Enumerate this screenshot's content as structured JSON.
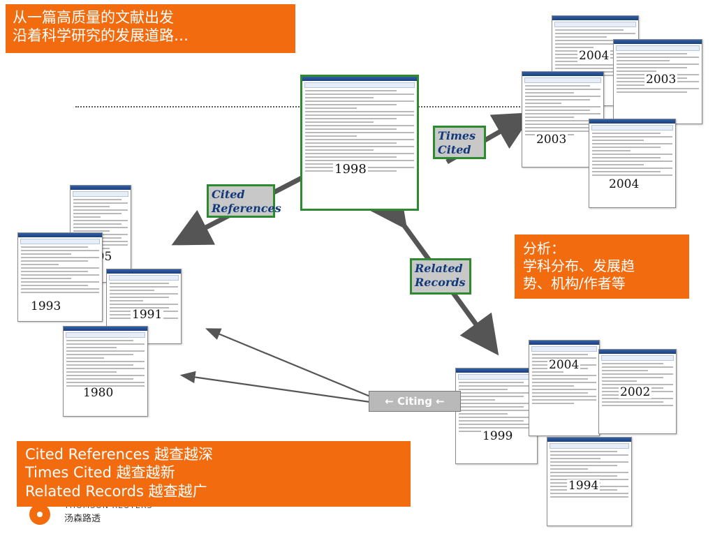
{
  "title_banner": {
    "line1": "从一篇高质量的文献出发",
    "line2": "沿着科学研究的发展道路…"
  },
  "analysis_banner": {
    "line1": "分析：",
    "line2": "学科分布、发展趋",
    "line3": "势、机构/作者等"
  },
  "summary_banner": {
    "line1": "Cited References 越查越深",
    "line2": "Times Cited 越查越新",
    "line3": "Related Records 越查越广"
  },
  "labels": {
    "times_cited": "Times Cited",
    "cited_references": "Cited References",
    "related_records": "Related Records",
    "citing": "← Citing ←"
  },
  "main_record": {
    "year": "1998"
  },
  "times_cited_records": [
    {
      "year": "2004"
    },
    {
      "year": "2003"
    },
    {
      "year": "2003"
    },
    {
      "year": "2004"
    }
  ],
  "cited_reference_records": [
    {
      "year": "1995"
    },
    {
      "year": "1993"
    },
    {
      "year": "1991"
    },
    {
      "year": "1980"
    }
  ],
  "related_records": [
    {
      "year": "1999"
    },
    {
      "year": "2004"
    },
    {
      "year": "2002"
    },
    {
      "year": "1994"
    }
  ],
  "logo": {
    "company_en": "THOMSON REUTERS",
    "company_cn": "汤森路透"
  },
  "colors": {
    "accent": "#f26b0f",
    "frame_green": "#2e8a2e",
    "arrow_gray": "#555555",
    "label_text": "#123a7a"
  }
}
